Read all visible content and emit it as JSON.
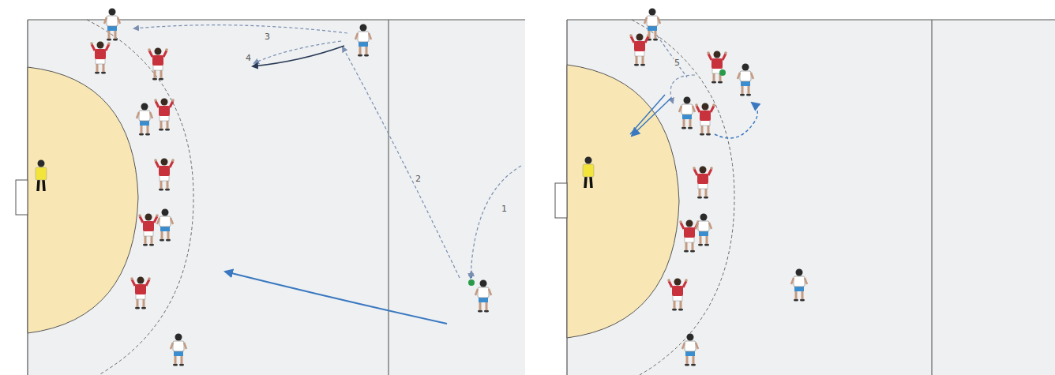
{
  "diagram": {
    "labels": [
      "3",
      "4",
      "2",
      "1",
      "5"
    ]
  }
}
